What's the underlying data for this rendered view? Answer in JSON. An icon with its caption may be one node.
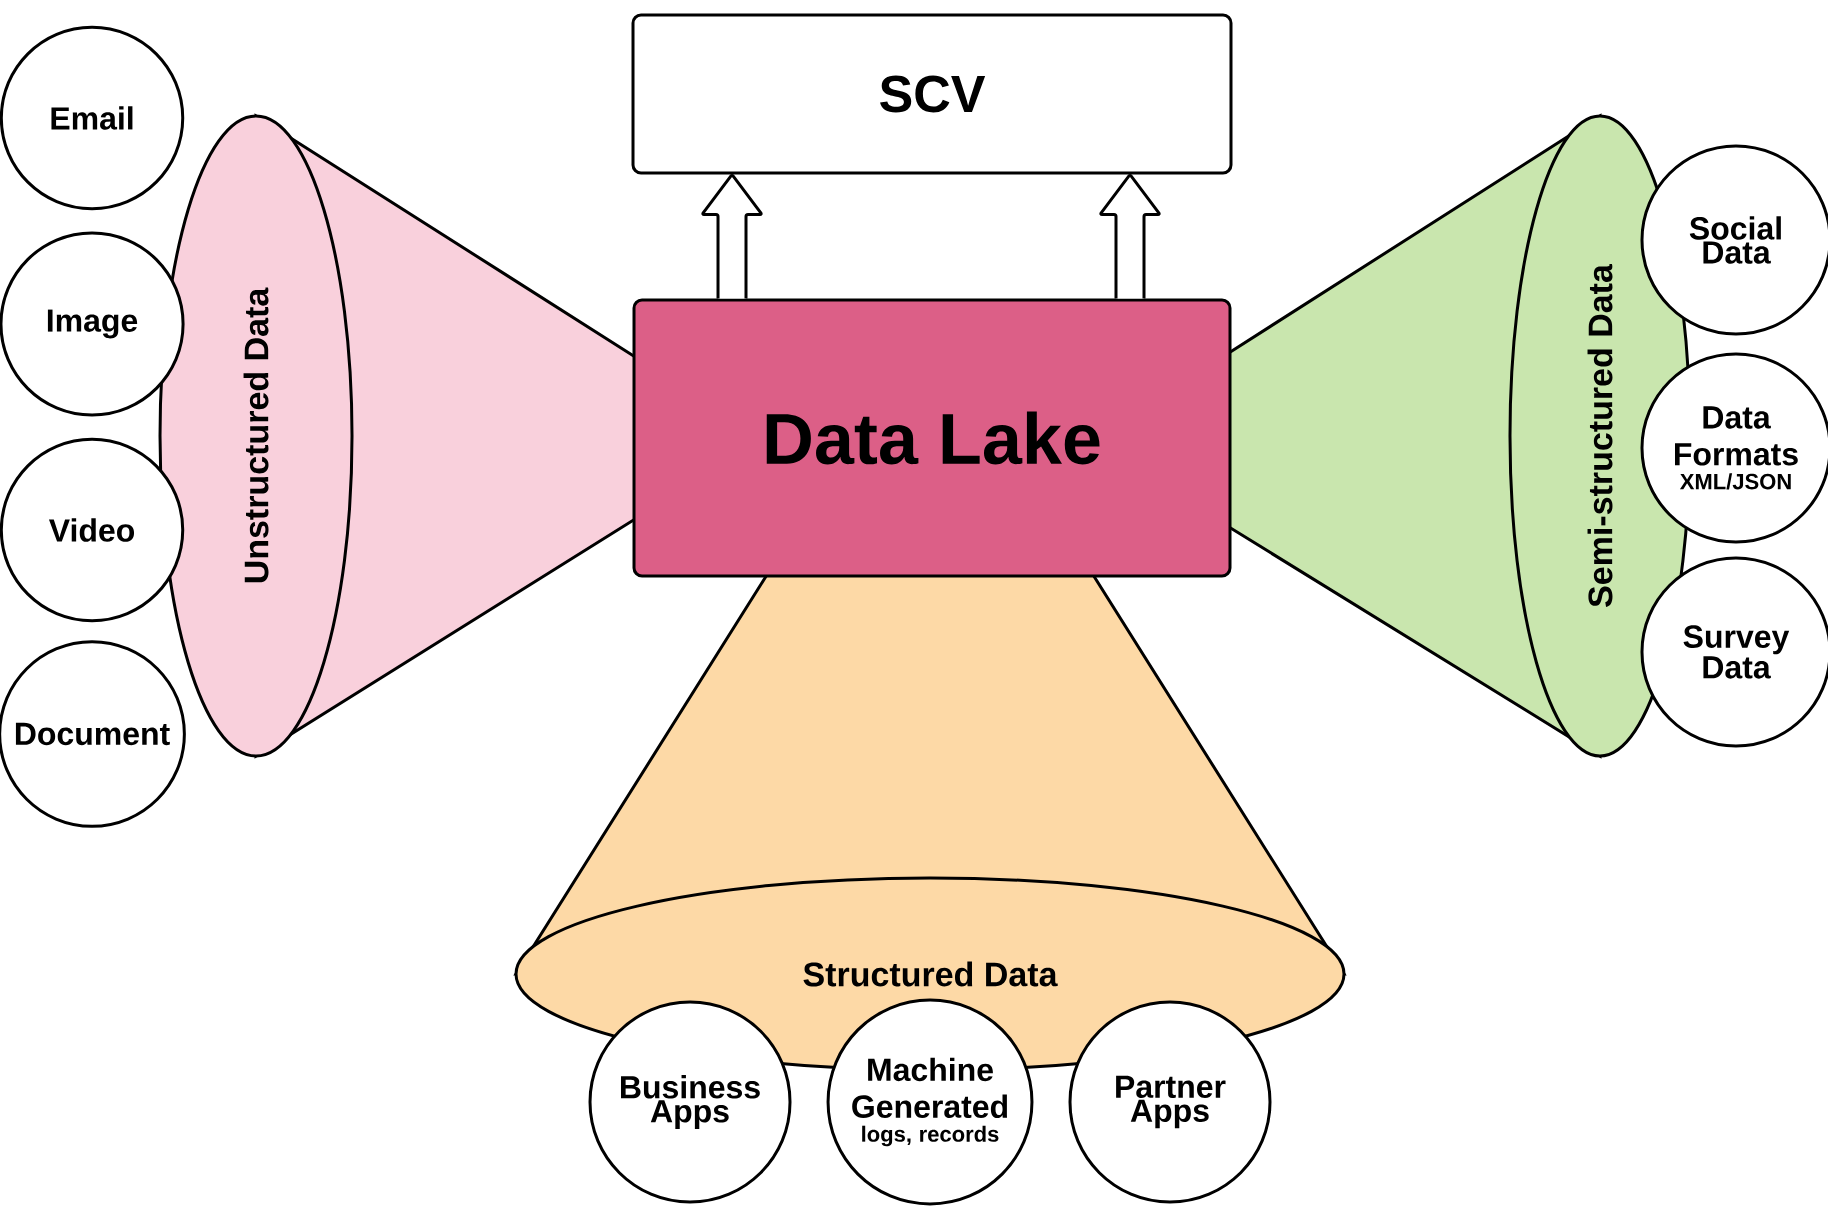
{
  "diagram": {
    "nodes": [
      {
        "text": [
          "SCV"
        ]
      },
      {
        "text": [
          "Data Lake"
        ]
      },
      {
        "text": [
          "Unstructured Data"
        ]
      },
      {
        "text": [
          "Email"
        ]
      },
      {
        "text": [
          "Image"
        ]
      },
      {
        "text": [
          "Video"
        ]
      },
      {
        "text": [
          "Document"
        ]
      },
      {
        "text": [
          "Semi-structured Data"
        ]
      },
      {
        "text": [
          "Social Data"
        ]
      },
      {
        "text": [
          "Data Formats",
          "XML/JSON"
        ]
      },
      {
        "text": [
          "Survey Data"
        ]
      },
      {
        "text": [
          "Structured Data"
        ]
      },
      {
        "text": [
          "Business Apps"
        ]
      },
      {
        "text": [
          "Machine Generated",
          "logs, records"
        ]
      },
      {
        "text": [
          "Partner Apps"
        ]
      }
    ],
    "edges": [
      {
        "from": 1,
        "to": 0,
        "arrow": "to"
      },
      {
        "from": 1,
        "to": 0,
        "arrow": "to"
      }
    ]
  }
}
